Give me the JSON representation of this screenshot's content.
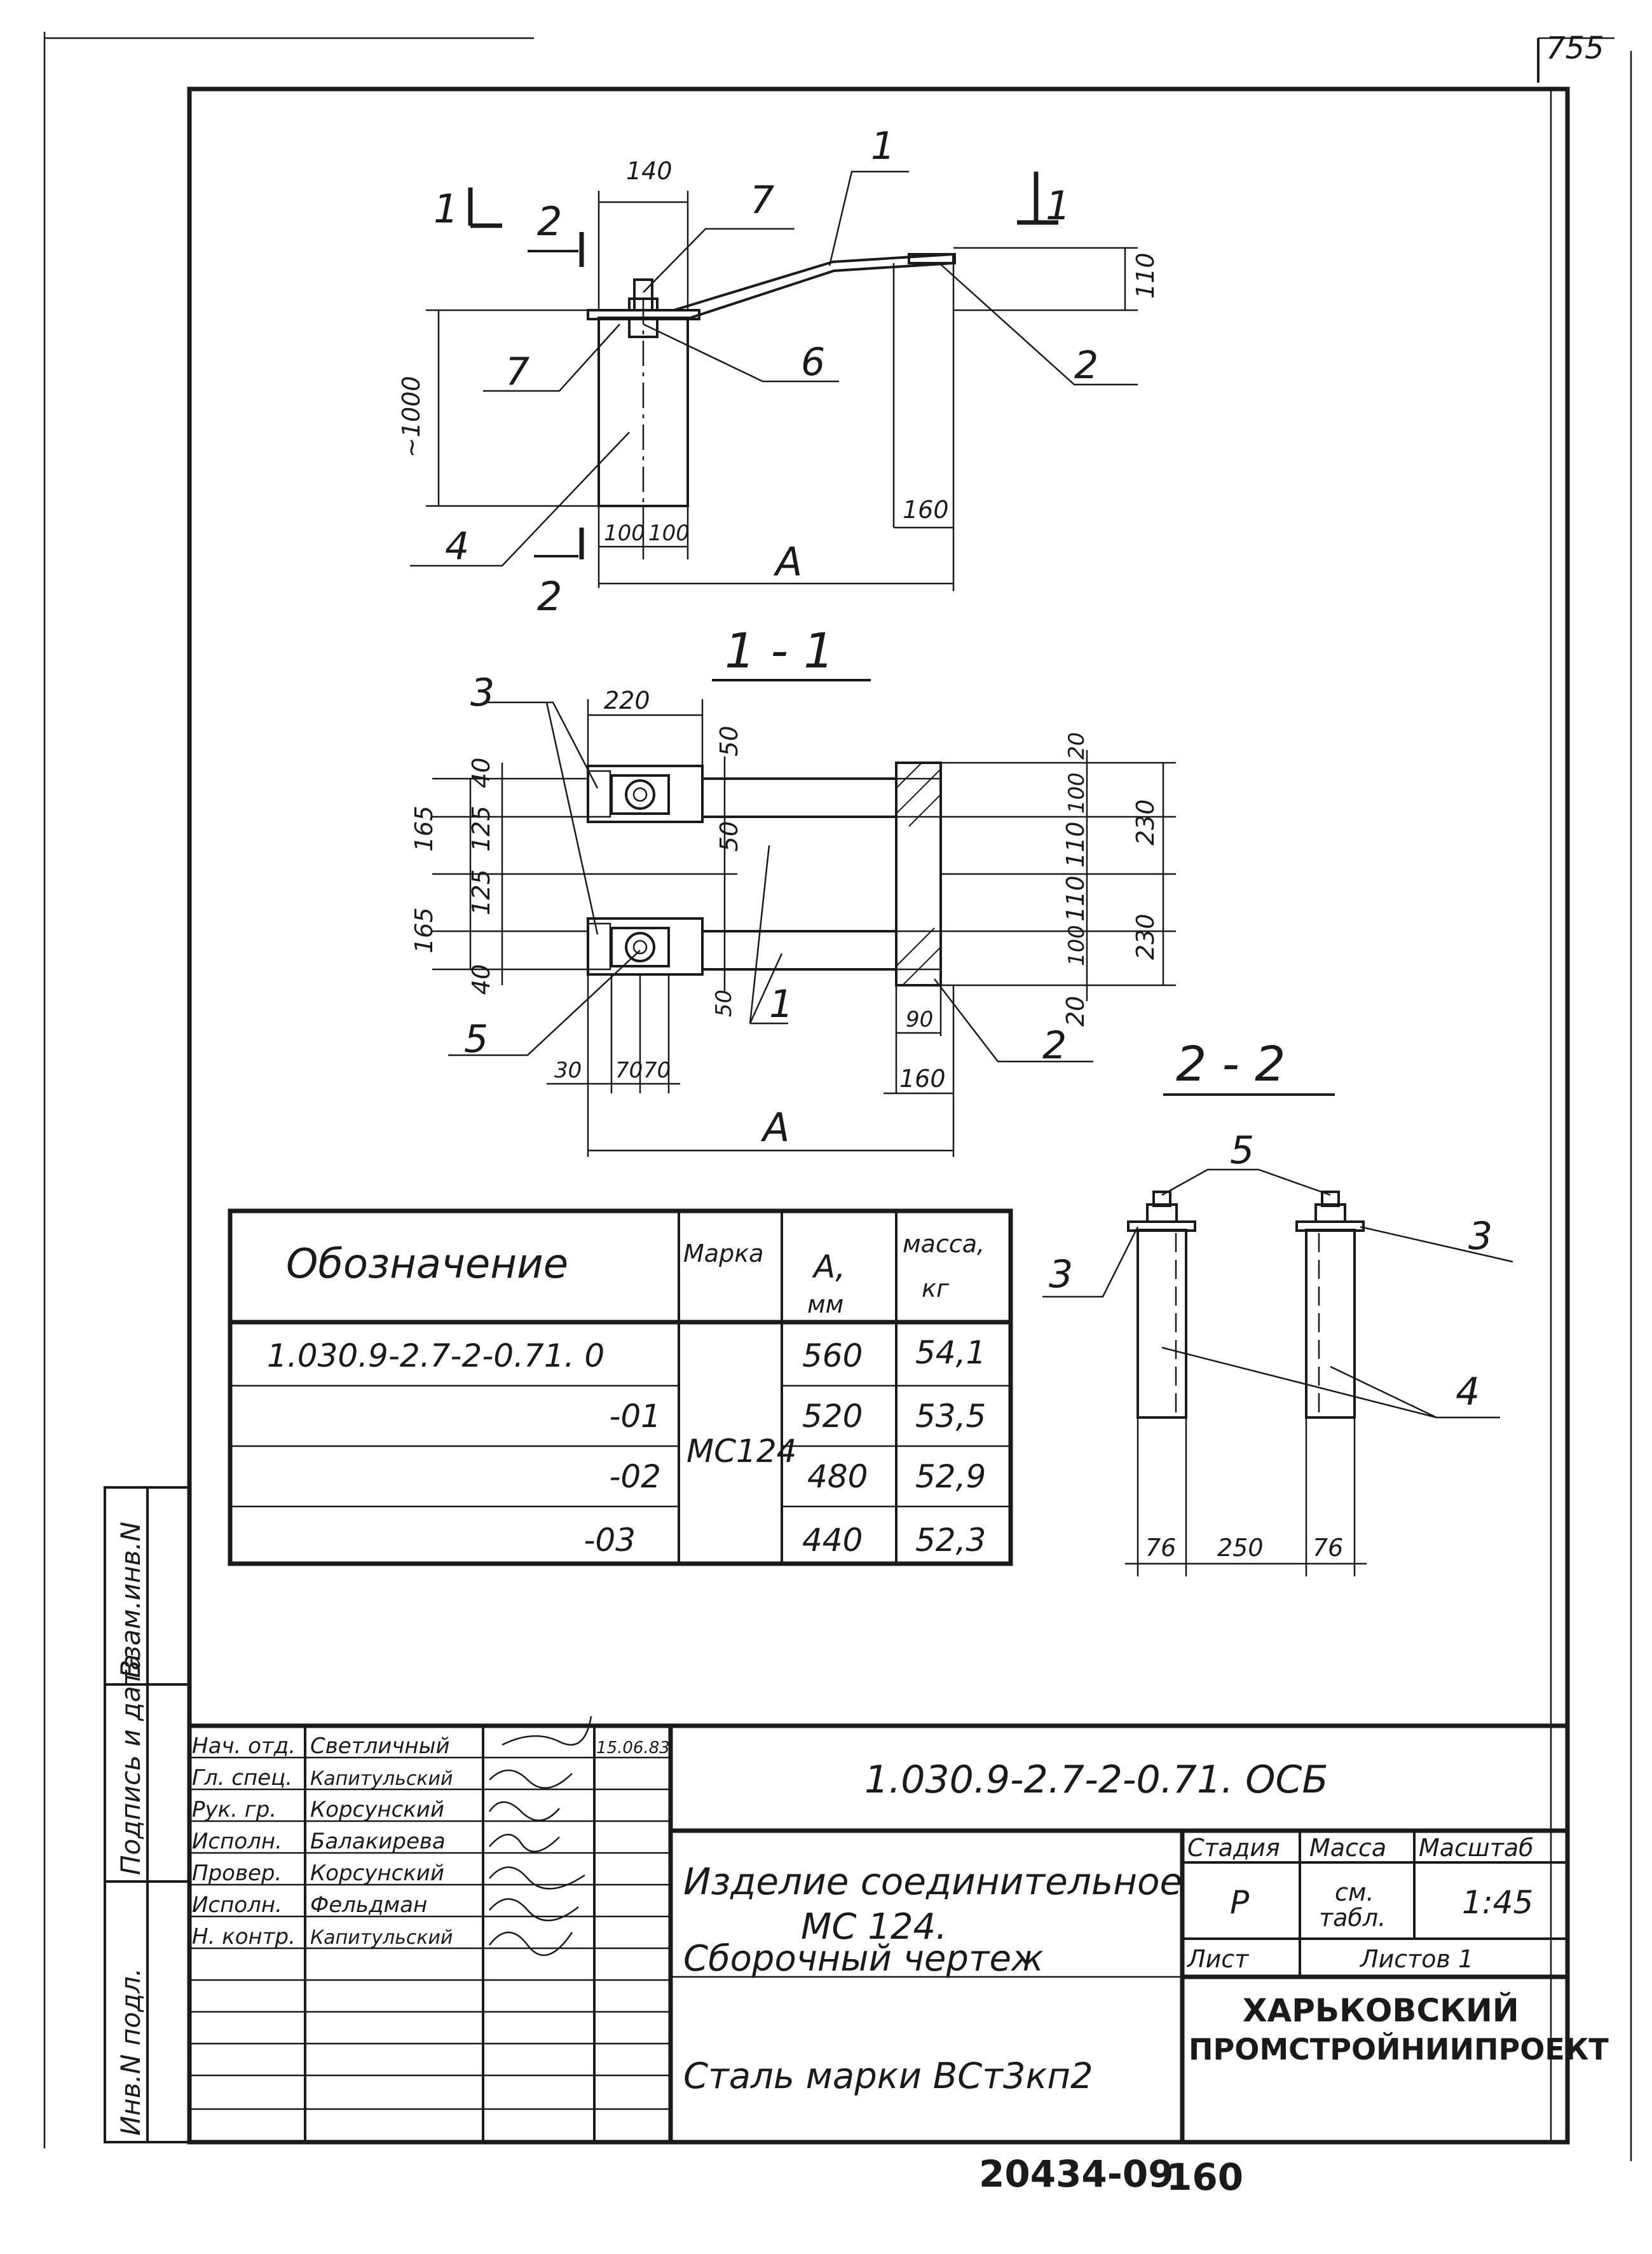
{
  "drawing": {
    "top_corner_number": "755",
    "section_titles": {
      "s11": "1 - 1",
      "s22": "2 - 2"
    },
    "section_markers": {
      "one": "1",
      "two": "2"
    },
    "leader_labels": {
      "p1": "1",
      "p2": "2",
      "p3": "3",
      "p4": "4",
      "p5": "5",
      "p6": "6",
      "p7": "7"
    },
    "main_view_dims": {
      "d140": "140",
      "d110": "110",
      "d1000": "~1000",
      "d160": "160",
      "d100a": "100",
      "d100b": "100",
      "dA": "A"
    },
    "section11_dims": {
      "d220": "220",
      "d50a": "50",
      "d50b": "50",
      "d50c": "50",
      "d40a": "40",
      "d40b": "40",
      "d165a": "165",
      "d165b": "165",
      "d125a": "125",
      "d125b": "125",
      "d20a": "20",
      "d20b": "20",
      "d100a": "100",
      "d100b": "100",
      "d110a": "110",
      "d110b": "110",
      "d230a": "230",
      "d230b": "230",
      "d90": "90",
      "d160": "160",
      "d30": "30",
      "d70a": "70",
      "d70b": "70",
      "dA": "A"
    },
    "section22_dims": {
      "d76a": "76",
      "d250": "250",
      "d76b": "76"
    }
  },
  "table": {
    "headers": {
      "designation": "Обозначение",
      "mark": "Марка",
      "a": "А,",
      "a_unit": "мм",
      "mass": "масса,",
      "mass_unit": "кг"
    },
    "mark_value": "МС124",
    "rows": [
      {
        "designation": "1.030.9-2.7-2-0.71. 0",
        "a": "560",
        "mass": "54,1"
      },
      {
        "designation": "-01",
        "a": "520",
        "mass": "53,5"
      },
      {
        "designation": "-02",
        "a": "480",
        "mass": "52,9"
      },
      {
        "designation": "-03",
        "a": "440",
        "mass": "52,3"
      }
    ]
  },
  "side_stamp": {
    "s1": "Взам.инв.N",
    "s2": "Подпись и дата",
    "s3": "Инв.N подл."
  },
  "title_block": {
    "roles": [
      {
        "role": "Нач. отд.",
        "name": "Светличный"
      },
      {
        "role": "Гл. спец.",
        "name": "Капитульский"
      },
      {
        "role": "Рук. гр.",
        "name": "Корсунский"
      },
      {
        "role": "Исполн.",
        "name": "Балакирева"
      },
      {
        "role": "Провер.",
        "name": "Корсунский"
      },
      {
        "role": "Исполн.",
        "name": "Фельдман"
      },
      {
        "role": "Н. контр.",
        "name": "Капитульский"
      }
    ],
    "date": "15.06.83",
    "doc_code": "1.030.9-2.7-2-0.71. ОСБ",
    "title_line1": "Изделие соединительное",
    "title_line2": "МС 124.",
    "title_line3": "Сборочный чертеж",
    "material": "Сталь марки ВСт3кп2",
    "stage_label": "Стадия",
    "mass_label": "Масса",
    "scale_label": "Масштаб",
    "stage_value": "Р",
    "mass_value_1": "см.",
    "mass_value_2": "табл.",
    "scale_value": "1:45",
    "sheet_label": "Лист",
    "sheets_label": "Листов 1",
    "org_line1": "ХАРЬКОВСКИЙ",
    "org_line2": "ПРОМСТРОЙНИИПРОЕКТ"
  },
  "footer": {
    "number": "20434-09",
    "page": "160"
  }
}
